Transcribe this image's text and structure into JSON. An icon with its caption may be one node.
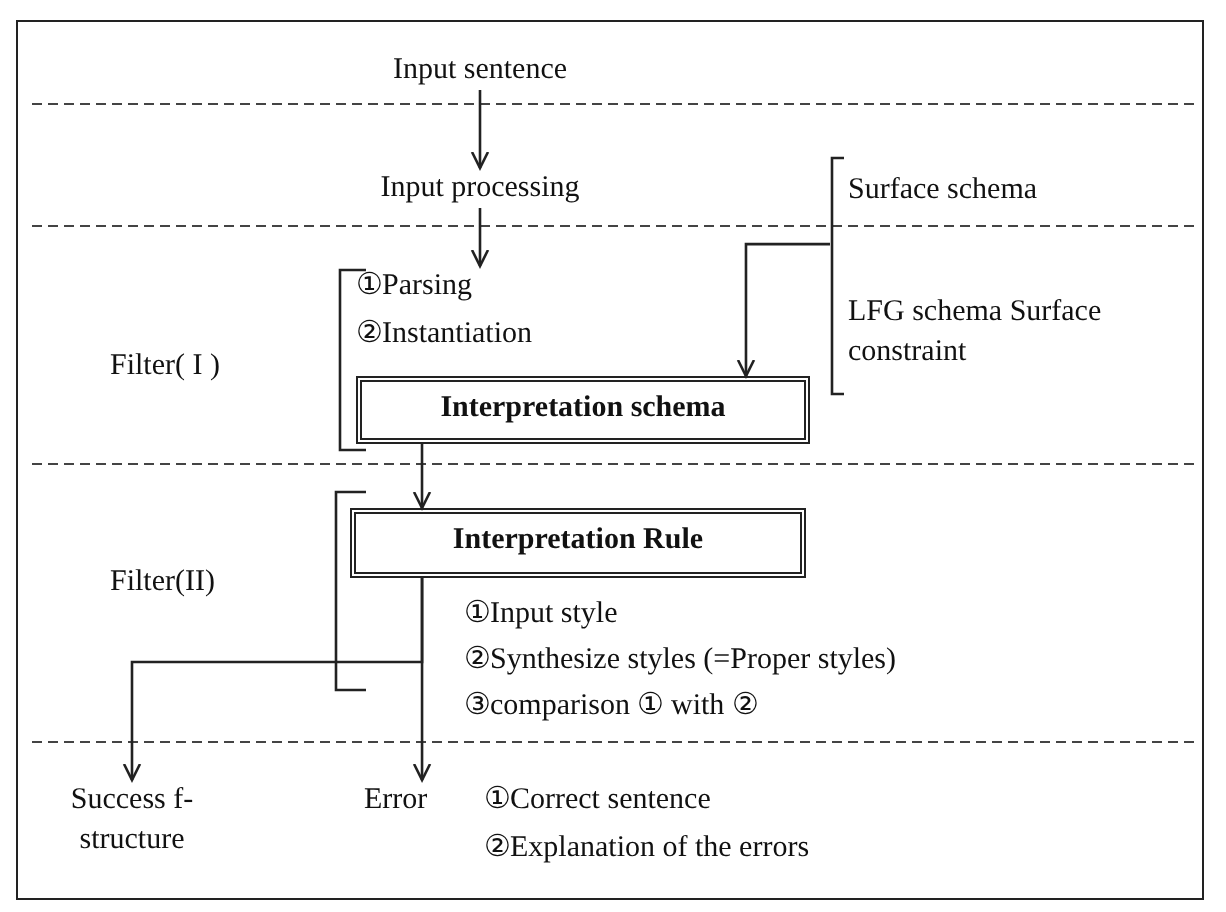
{
  "diagram": {
    "nodes": [
      {
        "text": [
          "Input sentence"
        ]
      },
      {
        "text": [
          "Input processing"
        ]
      },
      {
        "text": [
          "Surface schema",
          "LFG schema Surface constraint"
        ]
      },
      {
        "text": [
          "①Parsing",
          "②Instantiation"
        ]
      },
      {
        "text": [
          "Interpretation schema"
        ]
      },
      {
        "text": [
          "Interpretation Rule"
        ],
        "beside": [
          "①Input style",
          "②Synthesize styles (=Proper styles)",
          "③comparison ① with ②"
        ]
      },
      {
        "text": [
          "Success f-structure"
        ]
      },
      {
        "text": [
          "Error"
        ],
        "beside": [
          "①Correct sentence",
          "②Explanation of the errors"
        ]
      }
    ],
    "edges": [
      {
        "from": 0,
        "to": 1,
        "arrow": "to"
      },
      {
        "from": 1,
        "to": 3,
        "arrow": "to"
      },
      {
        "from": 2,
        "to": 4,
        "arrow": "to"
      },
      {
        "from": 4,
        "to": 5,
        "arrow": "to"
      },
      {
        "from": 5,
        "to": 6,
        "arrow": "to"
      },
      {
        "from": 5,
        "to": 7,
        "arrow": "to"
      }
    ],
    "labels": [
      "Filter( I )",
      "Filter(II)"
    ]
  }
}
